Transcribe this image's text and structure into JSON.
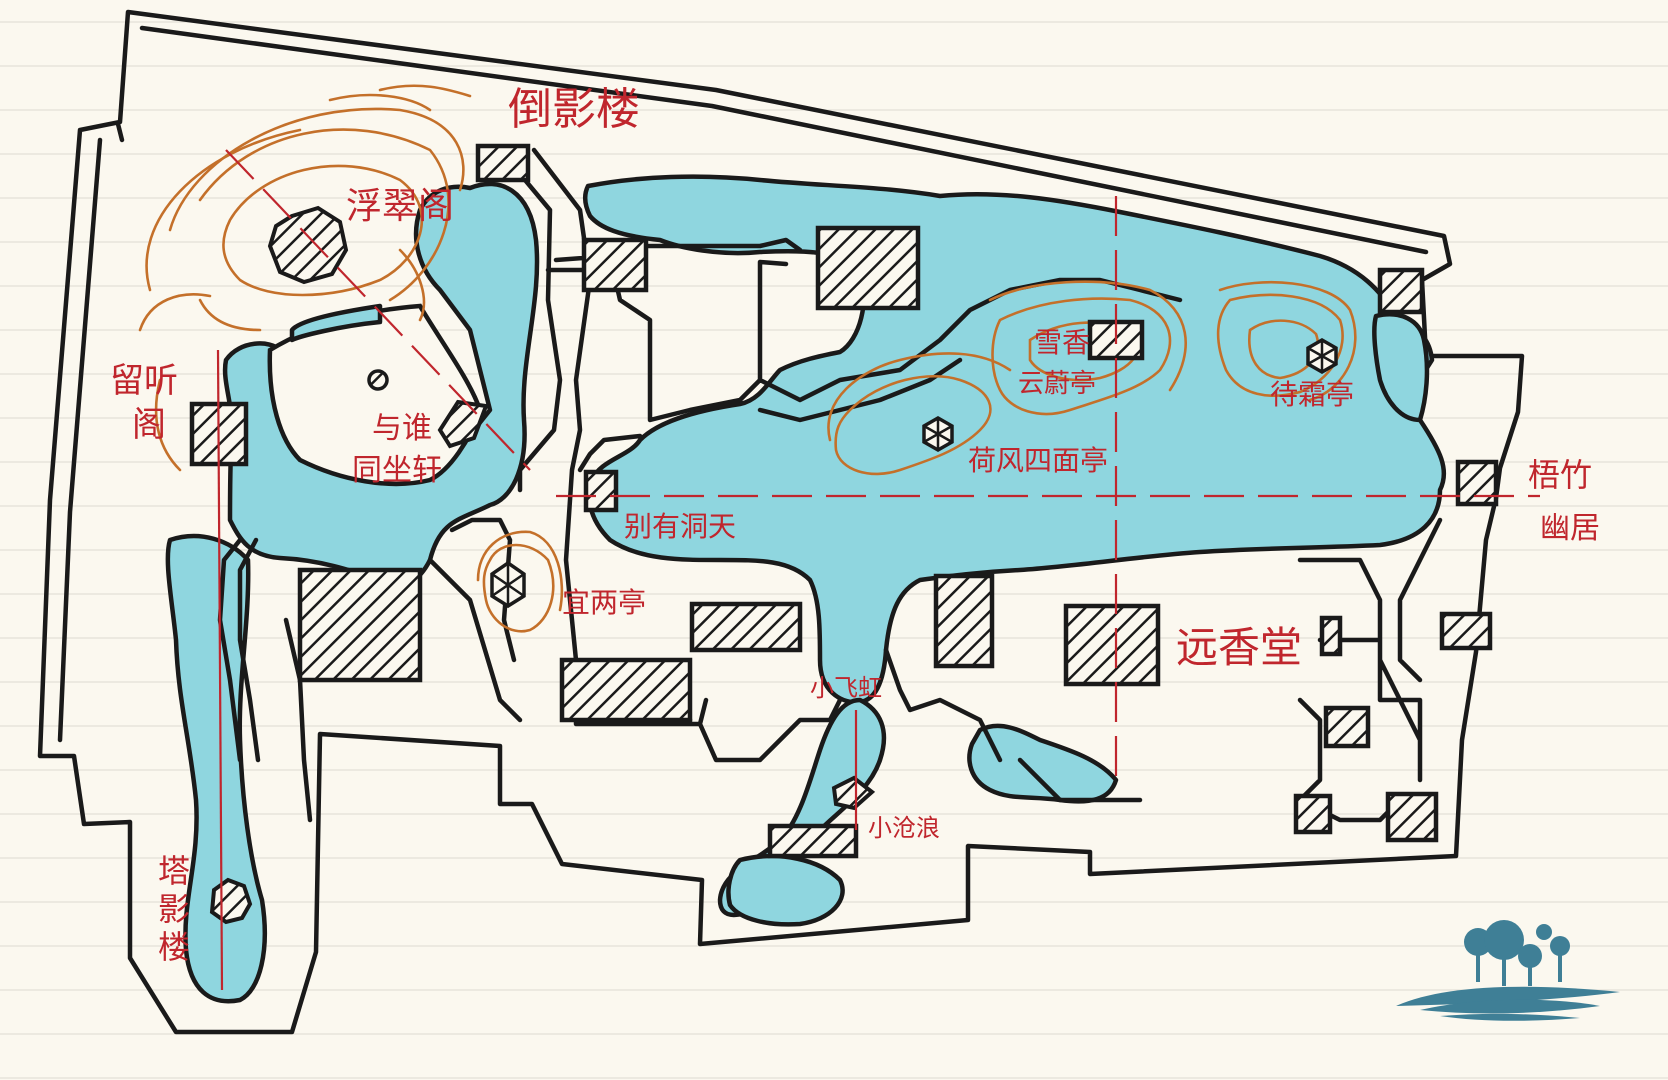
{
  "colors": {
    "paper": "#fbf8ef",
    "ruling": "#e4e0d6",
    "water": "#8fd6df",
    "ink": "#1a1a1a",
    "label_red": "#c0262d",
    "contour_orange": "#c4702a",
    "logo_blue": "#3f7f96"
  },
  "labels": {
    "daoying_lou": "倒影楼",
    "fucui_ge": "浮翠阁",
    "liuting_ge_1": "留听",
    "liuting_ge_2": "阁",
    "yushui_1": "与谁",
    "yushui_2": "同坐轩",
    "bieyou_dongtian": "别有洞天",
    "yiliang_ting": "宜两亭",
    "xuexiang": "雪香",
    "yunwei_ting": "云蔚亭",
    "daishuang_ting": "待霜亭",
    "hefeng_simian_ting": "荷风四面亭",
    "wuzhu_1": "梧竹",
    "wuzhu_2": "幽居",
    "yuanxiang_tang": "远香堂",
    "xiao_feihong": "小飞虹",
    "xiao_canglang": "小沧浪",
    "taying_lou_1": "塔",
    "taying_lou_2": "影",
    "taying_lou_3": "楼"
  },
  "icons": {
    "logo": "tree-island-logo"
  }
}
